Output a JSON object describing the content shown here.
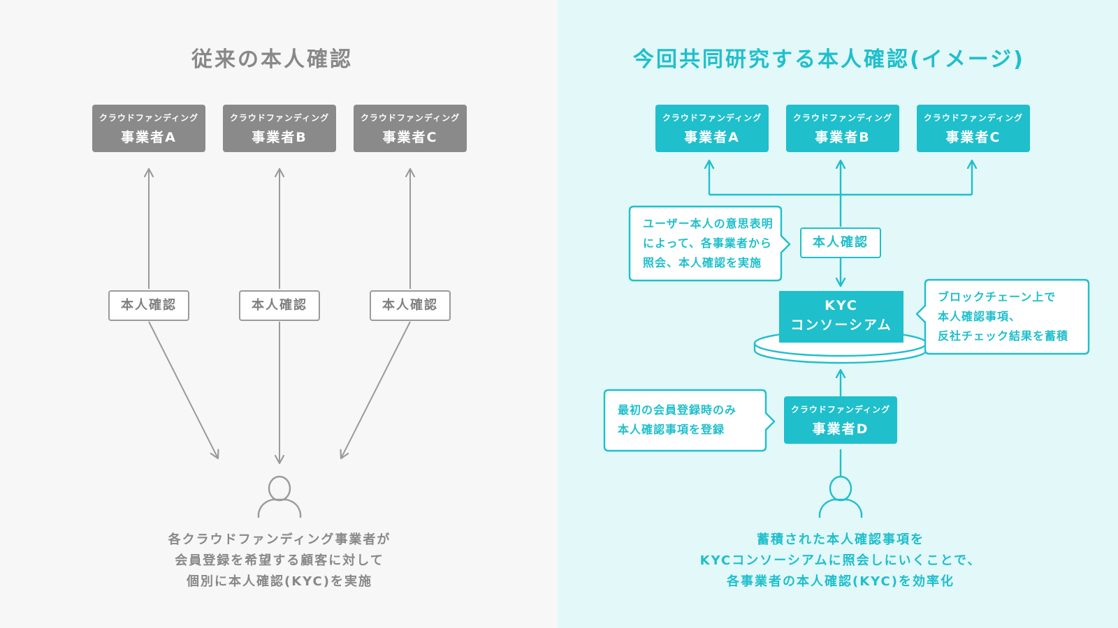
{
  "left": {
    "title": "従来の本人確認",
    "companies": [
      {
        "small": "クラウドファンディング",
        "big": "事業者A"
      },
      {
        "small": "クラウドファンディング",
        "big": "事業者B"
      },
      {
        "small": "クラウドファンディング",
        "big": "事業者C"
      }
    ],
    "verify_label": "本人確認",
    "caption": [
      "各クラウドファンディング事業者が",
      "会員登録を希望する顧客に対して",
      "個別に本人確認(KYC)を実施"
    ]
  },
  "right": {
    "title": "今回共同研究する本人確認(イメージ)",
    "companies": [
      {
        "small": "クラウドファンディング",
        "big": "事業者A"
      },
      {
        "small": "クラウドファンディング",
        "big": "事業者B"
      },
      {
        "small": "クラウドファンディング",
        "big": "事業者C"
      }
    ],
    "company_d": {
      "small": "クラウドファンディング",
      "big": "事業者D"
    },
    "verify_label": "本人確認",
    "kyc": {
      "line1": "KYC",
      "line2": "コンソーシアム"
    },
    "callout_user": [
      "ユーザー本人の意思表明",
      "によって、各事業者から",
      "照会、本人確認を実施"
    ],
    "callout_blockchain": [
      "ブロックチェーン上で",
      "本人確認事項、",
      "反社チェック結果を蓄積"
    ],
    "callout_first": [
      "最初の会員登録時のみ",
      "本人確認事項を登録"
    ],
    "caption": [
      "蓄積された本人確認事項を",
      "KYCコンソーシアムに照会しにいくことで、",
      "各事業者の本人確認(KYC)を効率化"
    ]
  },
  "colors": {
    "gray": "#8a8a8a",
    "teal": "#1fbfcc",
    "left_bg": "#f7f7f7",
    "right_bg": "#e3f8f9"
  },
  "icons": {
    "user": "user-icon"
  }
}
